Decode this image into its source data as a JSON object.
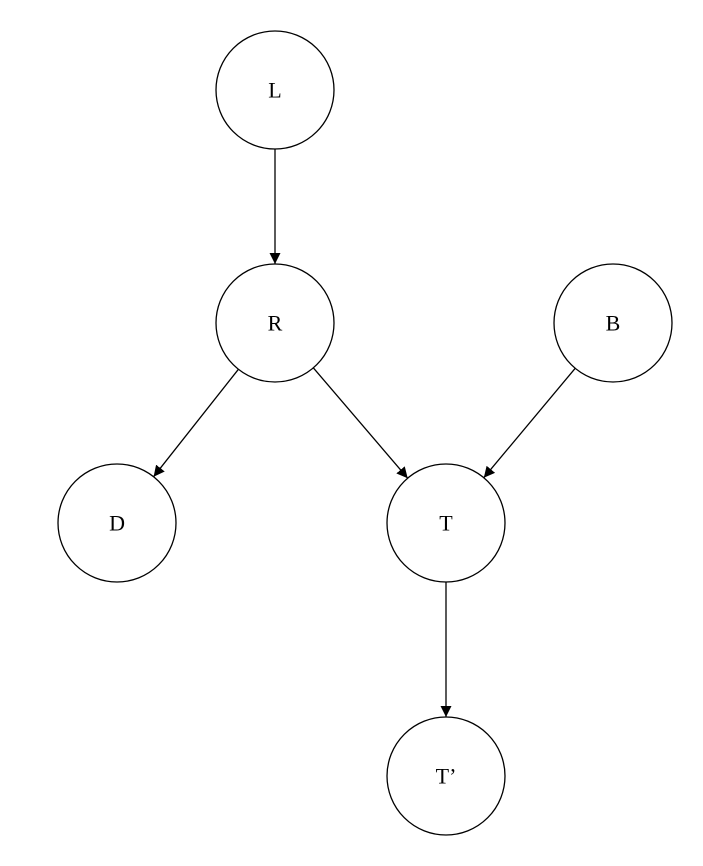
{
  "nodes": [
    {
      "id": "L",
      "label": "L"
    },
    {
      "id": "R",
      "label": "R"
    },
    {
      "id": "B",
      "label": "B"
    },
    {
      "id": "D",
      "label": "D"
    },
    {
      "id": "T",
      "label": "T"
    },
    {
      "id": "T2",
      "label": "T’"
    }
  ],
  "edges": [
    {
      "from": "L",
      "to": "R"
    },
    {
      "from": "R",
      "to": "D"
    },
    {
      "from": "R",
      "to": "T"
    },
    {
      "from": "B",
      "to": "T"
    },
    {
      "from": "T",
      "to": "T2"
    }
  ],
  "colors": {
    "stroke": "#000000",
    "fill": "#ffffff"
  }
}
